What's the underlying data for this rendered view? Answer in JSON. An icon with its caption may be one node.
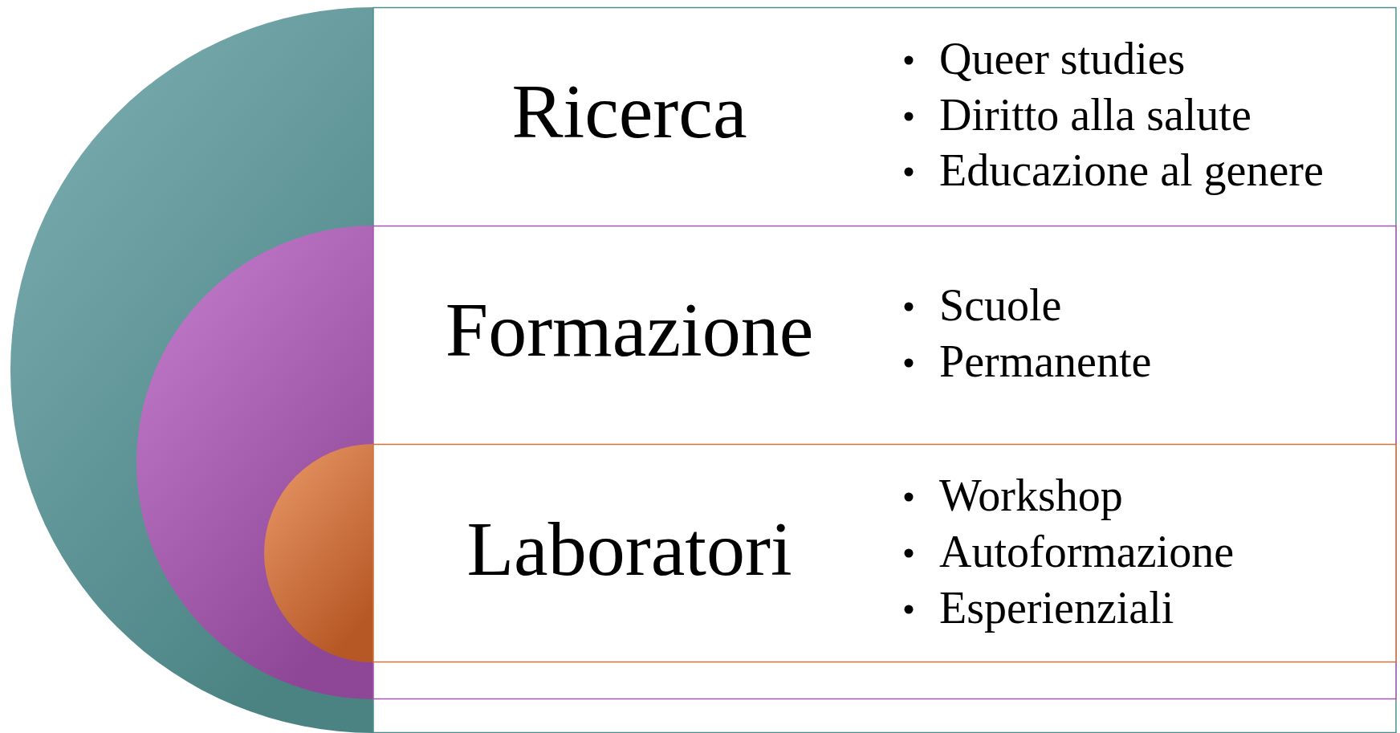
{
  "diagram": {
    "nodes": [
      {
        "text": [
          "Ricerca",
          "Queer studies",
          "Diritto alla salute",
          "Educazione al genere"
        ]
      },
      {
        "text": [
          "Formazione",
          "Scuole",
          "Permanente"
        ],
        "in": 0
      },
      {
        "text": [
          "Laboratori",
          "Workshop",
          "Autoformazione",
          "Esperienziali"
        ],
        "in": 1
      }
    ]
  }
}
